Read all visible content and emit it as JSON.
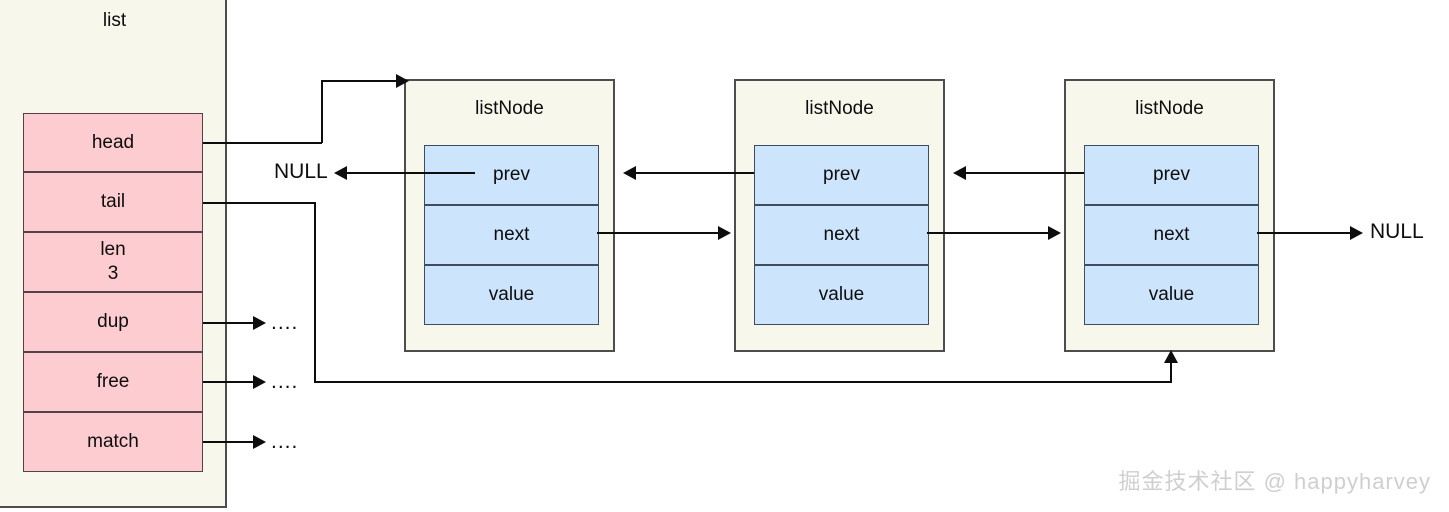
{
  "diagram": {
    "title": "list",
    "list_box": {
      "label": "list",
      "fields": [
        {
          "name": "head",
          "value": ""
        },
        {
          "name": "tail",
          "value": ""
        },
        {
          "name": "len",
          "value": "3"
        },
        {
          "name": "dup",
          "value": ""
        },
        {
          "name": "free",
          "value": ""
        },
        {
          "name": "match",
          "value": ""
        }
      ]
    },
    "nodes": [
      {
        "title": "listNode",
        "slots": [
          "prev",
          "next",
          "value"
        ]
      },
      {
        "title": "listNode",
        "slots": [
          "prev",
          "next",
          "value"
        ]
      },
      {
        "title": "listNode",
        "slots": [
          "prev",
          "next",
          "value"
        ]
      }
    ],
    "labels": {
      "null_left": "NULL",
      "null_right": "NULL",
      "dots_dup": "....",
      "dots_free": "....",
      "dots_match": "...."
    },
    "watermark": "掘金技术社区 @ happyharvey",
    "colors": {
      "container_fill": "#f7f7ec",
      "field_fill": "#fcccd0",
      "slot_fill": "#cce4fc",
      "stroke": "#4d4d4d",
      "line": "#0d0d0d",
      "watermark": "#cfcfcf"
    }
  }
}
